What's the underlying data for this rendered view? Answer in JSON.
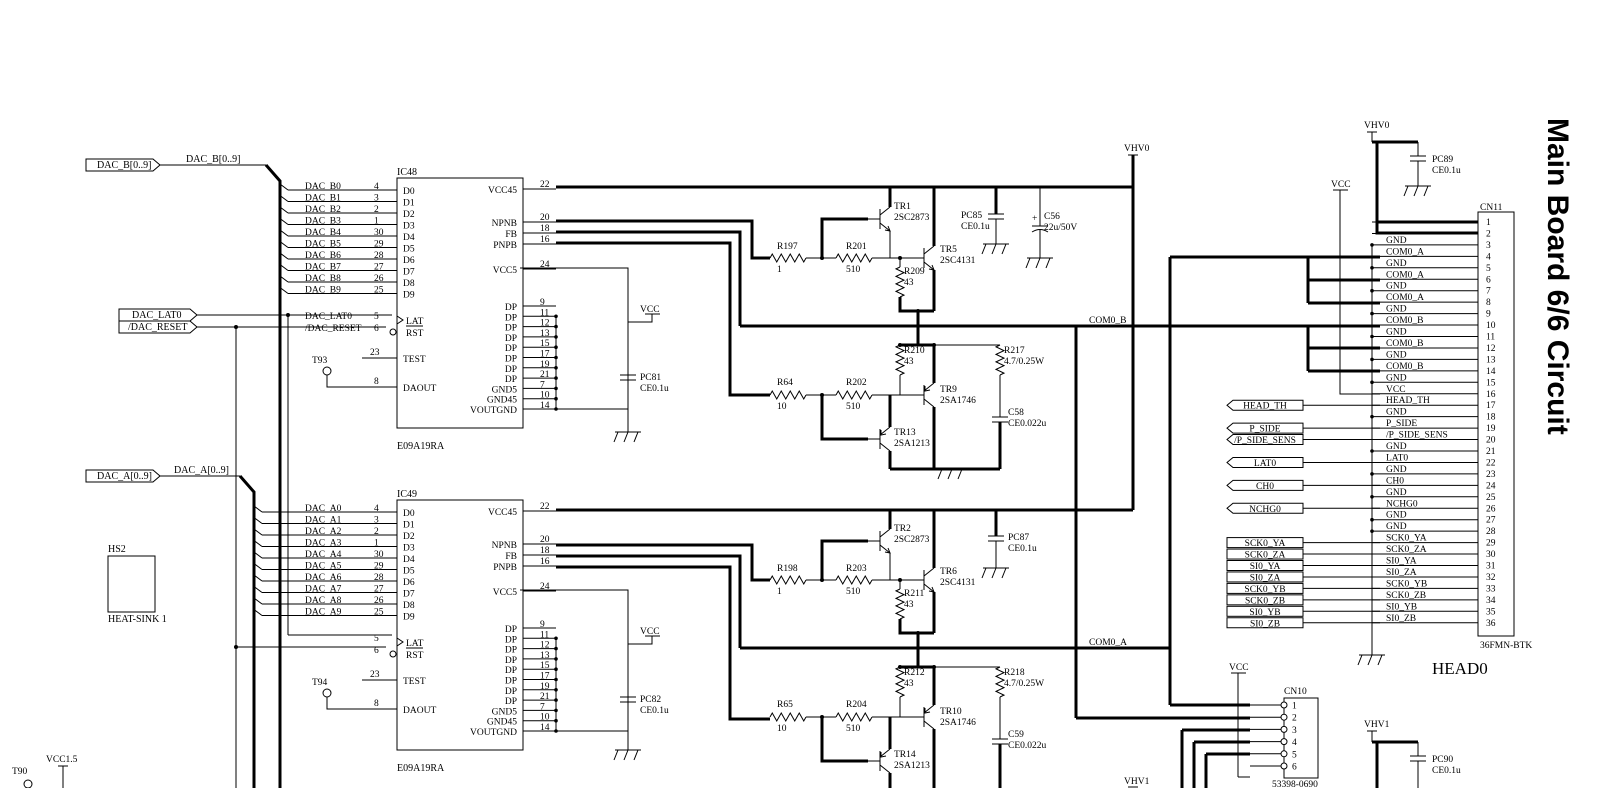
{
  "title": "Main Board 6/6 Circuit",
  "ic48": {
    "ref": "IC48",
    "part": "E09A19RA",
    "left_pins": [
      {
        "net": "DAC_B0",
        "num": "4",
        "name": "D0"
      },
      {
        "net": "DAC_B1",
        "num": "3",
        "name": "D1"
      },
      {
        "net": "DAC_B2",
        "num": "2",
        "name": "D2"
      },
      {
        "net": "DAC_B3",
        "num": "1",
        "name": "D3"
      },
      {
        "net": "DAC_B4",
        "num": "30",
        "name": "D4"
      },
      {
        "net": "DAC_B5",
        "num": "29",
        "name": "D5"
      },
      {
        "net": "DAC_B6",
        "num": "28",
        "name": "D6"
      },
      {
        "net": "DAC_B7",
        "num": "27",
        "name": "D7"
      },
      {
        "net": "DAC_B8",
        "num": "26",
        "name": "D8"
      },
      {
        "net": "DAC_B9",
        "num": "25",
        "name": "D9"
      }
    ],
    "lat": {
      "net": "DAC_LAT0",
      "num": "5",
      "name": "LAT"
    },
    "rst": {
      "net": "/DAC_RESET",
      "num": "6",
      "name": "RST"
    },
    "test": {
      "num": "23",
      "name": "TEST"
    },
    "daout": {
      "num": "8",
      "name": "DAOUT"
    },
    "tp": "T93",
    "right_pins": [
      {
        "name": "VCC45",
        "num": "22"
      },
      {
        "name": "NPNB",
        "num": "20"
      },
      {
        "name": "FB",
        "num": "18"
      },
      {
        "name": "PNPB",
        "num": "16"
      },
      {
        "name": "VCC5",
        "num": "24"
      }
    ],
    "gnd_pins": [
      {
        "name": "DP",
        "num": "9"
      },
      {
        "name": "DP",
        "num": "11"
      },
      {
        "name": "DP",
        "num": "12"
      },
      {
        "name": "DP",
        "num": "13"
      },
      {
        "name": "DP",
        "num": "15"
      },
      {
        "name": "DP",
        "num": "17"
      },
      {
        "name": "DP",
        "num": "19"
      },
      {
        "name": "DP",
        "num": "21"
      },
      {
        "name": "GND5",
        "num": "7"
      },
      {
        "name": "GND45",
        "num": "10"
      },
      {
        "name": "VOUTGND",
        "num": "14"
      }
    ]
  },
  "ic49": {
    "ref": "IC49",
    "part": "E09A19RA",
    "left_pins": [
      {
        "net": "DAC_A0",
        "num": "4",
        "name": "D0"
      },
      {
        "net": "DAC_A1",
        "num": "3",
        "name": "D1"
      },
      {
        "net": "DAC_A2",
        "num": "2",
        "name": "D2"
      },
      {
        "net": "DAC_A3",
        "num": "1",
        "name": "D3"
      },
      {
        "net": "DAC_A4",
        "num": "30",
        "name": "D4"
      },
      {
        "net": "DAC_A5",
        "num": "29",
        "name": "D5"
      },
      {
        "net": "DAC_A6",
        "num": "28",
        "name": "D6"
      },
      {
        "net": "DAC_A7",
        "num": "27",
        "name": "D7"
      },
      {
        "net": "DAC_A8",
        "num": "26",
        "name": "D8"
      },
      {
        "net": "DAC_A9",
        "num": "25",
        "name": "D9"
      }
    ],
    "lat": {
      "net": "",
      "num": "5",
      "name": "LAT"
    },
    "rst": {
      "net": "",
      "num": "6",
      "name": "RST"
    },
    "test": {
      "num": "23",
      "name": "TEST"
    },
    "daout": {
      "num": "8",
      "name": "DAOUT"
    },
    "tp": "T94",
    "right_pins": [
      {
        "name": "VCC45",
        "num": "22"
      },
      {
        "name": "NPNB",
        "num": "20"
      },
      {
        "name": "FB",
        "num": "18"
      },
      {
        "name": "PNPB",
        "num": "16"
      },
      {
        "name": "VCC5",
        "num": "24"
      }
    ],
    "gnd_pins": [
      {
        "name": "DP",
        "num": "9"
      },
      {
        "name": "DP",
        "num": "11"
      },
      {
        "name": "DP",
        "num": "12"
      },
      {
        "name": "DP",
        "num": "13"
      },
      {
        "name": "DP",
        "num": "15"
      },
      {
        "name": "DP",
        "num": "17"
      },
      {
        "name": "DP",
        "num": "19"
      },
      {
        "name": "DP",
        "num": "21"
      },
      {
        "name": "GND5",
        "num": "7"
      },
      {
        "name": "GND45",
        "num": "10"
      },
      {
        "name": "VOUTGND",
        "num": "14"
      }
    ]
  },
  "ports": {
    "dac_b": "DAC_B[0..9]",
    "dac_b_bus": "DAC_B[0..9]",
    "dac_a": "DAC_A[0..9]",
    "dac_a_bus": "DAC_A[0..9]",
    "dac_lat0": "DAC_LAT0",
    "dac_reset": "/DAC_RESET"
  },
  "power": {
    "vhv0": "VHV0",
    "vhv0_r": "VHV0",
    "vhv1": "VHV1",
    "vhv1_r": "VHV1",
    "vcc": "VCC",
    "vcc15": "VCC1.5"
  },
  "misc": {
    "t90": "T90",
    "hs2": "HS2",
    "heatsink": "HEAT-SINK 1",
    "com0_b": "COM0_B",
    "com0_a": "COM0_A"
  },
  "driver_b": {
    "tr1": [
      "TR1",
      "2SC2873"
    ],
    "tr5": [
      "TR5",
      "2SC4131"
    ],
    "tr9": [
      "TR9",
      "2SA1746"
    ],
    "tr13": [
      "TR13",
      "2SA1213"
    ],
    "r197": [
      "R197",
      "1"
    ],
    "r201": [
      "R201",
      "510"
    ],
    "r209": [
      "R209",
      "43"
    ],
    "r210": [
      "R210",
      "43"
    ],
    "r64": [
      "R64",
      "10"
    ],
    "r202": [
      "R202",
      "510"
    ],
    "r217": [
      "R217",
      "4.7/0.25W"
    ],
    "c58": [
      "C58",
      "CE0.022u"
    ],
    "pc85": [
      "PC85",
      "CE0.1u"
    ],
    "c56": [
      "C56",
      "22u/50V"
    ],
    "pc81": [
      "PC81",
      "CE0.1u"
    ]
  },
  "driver_a": {
    "tr2": [
      "TR2",
      "2SC2873"
    ],
    "tr6": [
      "TR6",
      "2SC4131"
    ],
    "tr10": [
      "TR10",
      "2SA1746"
    ],
    "tr14": [
      "TR14",
      "2SA1213"
    ],
    "r198": [
      "R198",
      "1"
    ],
    "r203": [
      "R203",
      "510"
    ],
    "r211": [
      "R211",
      "43"
    ],
    "r212": [
      "R212",
      "43"
    ],
    "r65": [
      "R65",
      "10"
    ],
    "r204": [
      "R204",
      "510"
    ],
    "r218": [
      "R218",
      "4.7/0.25W"
    ],
    "c59": [
      "C59",
      "CE0.022u"
    ],
    "pc87": [
      "PC87",
      "CE0.1u"
    ],
    "pc82": [
      "PC82",
      "CE0.1u"
    ]
  },
  "pc89": [
    "PC89",
    "CE0.1u"
  ],
  "pc90": [
    "PC90",
    "CE0.1u"
  ],
  "cn11": {
    "ref": "CN11",
    "part": "36FMN-BTK",
    "name": "HEAD0",
    "pins": [
      {
        "num": "1",
        "sig": ""
      },
      {
        "num": "2",
        "sig": ""
      },
      {
        "num": "3",
        "sig": "GND"
      },
      {
        "num": "4",
        "sig": "COM0_A"
      },
      {
        "num": "5",
        "sig": "GND"
      },
      {
        "num": "6",
        "sig": "COM0_A"
      },
      {
        "num": "7",
        "sig": "GND"
      },
      {
        "num": "8",
        "sig": "COM0_A"
      },
      {
        "num": "9",
        "sig": "GND"
      },
      {
        "num": "10",
        "sig": "COM0_B"
      },
      {
        "num": "11",
        "sig": "GND"
      },
      {
        "num": "12",
        "sig": "COM0_B"
      },
      {
        "num": "13",
        "sig": "GND"
      },
      {
        "num": "14",
        "sig": "COM0_B"
      },
      {
        "num": "15",
        "sig": "GND"
      },
      {
        "num": "16",
        "sig": "VCC"
      },
      {
        "num": "17",
        "sig": "HEAD_TH"
      },
      {
        "num": "18",
        "sig": "GND"
      },
      {
        "num": "19",
        "sig": "P_SIDE"
      },
      {
        "num": "20",
        "sig": "/P_SIDE_SENS"
      },
      {
        "num": "21",
        "sig": "GND"
      },
      {
        "num": "22",
        "sig": "LAT0"
      },
      {
        "num": "23",
        "sig": "GND"
      },
      {
        "num": "24",
        "sig": "CH0"
      },
      {
        "num": "25",
        "sig": "GND"
      },
      {
        "num": "26",
        "sig": "NCHG0"
      },
      {
        "num": "27",
        "sig": "GND"
      },
      {
        "num": "28",
        "sig": "GND"
      },
      {
        "num": "29",
        "sig": "SCK0_YA"
      },
      {
        "num": "30",
        "sig": "SCK0_ZA"
      },
      {
        "num": "31",
        "sig": "SI0_YA"
      },
      {
        "num": "32",
        "sig": "SI0_ZA"
      },
      {
        "num": "33",
        "sig": "SCK0_YB"
      },
      {
        "num": "34",
        "sig": "SCK0_ZB"
      },
      {
        "num": "35",
        "sig": "SI0_YB"
      },
      {
        "num": "36",
        "sig": "SI0_ZB"
      }
    ],
    "ports": [
      {
        "pin": 17,
        "label": "HEAD_TH"
      },
      {
        "pin": 19,
        "label": "P_SIDE"
      },
      {
        "pin": 20,
        "label": "/P_SIDE_SENS"
      },
      {
        "pin": 22,
        "label": "LAT0"
      },
      {
        "pin": 24,
        "label": "CH0"
      },
      {
        "pin": 26,
        "label": "NCHG0"
      },
      {
        "pin": 29,
        "label": "SCK0_YA"
      },
      {
        "pin": 30,
        "label": "SCK0_ZA"
      },
      {
        "pin": 31,
        "label": "SI0_YA"
      },
      {
        "pin": 32,
        "label": "SI0_ZA"
      },
      {
        "pin": 33,
        "label": "SCK0_YB"
      },
      {
        "pin": 34,
        "label": "SCK0_ZB"
      },
      {
        "pin": 35,
        "label": "SI0_YB"
      },
      {
        "pin": 36,
        "label": "SI0_ZB"
      }
    ]
  },
  "cn10": {
    "ref": "CN10",
    "part": "53398-0690",
    "pins": [
      "1",
      "2",
      "3",
      "4",
      "5",
      "6"
    ]
  }
}
